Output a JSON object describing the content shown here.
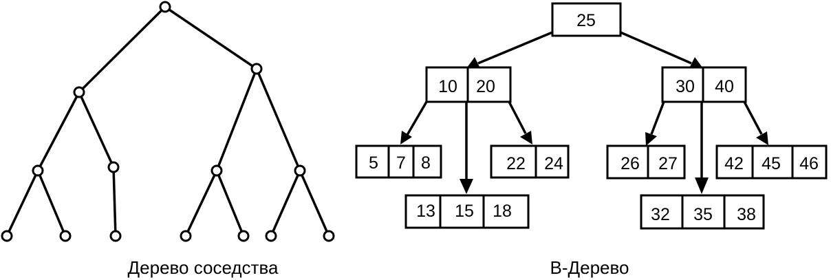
{
  "captions": {
    "left": "Дерево соседства",
    "right": "B-Дерево"
  },
  "btree": {
    "root": [
      "25"
    ],
    "level1_left": [
      "10",
      "20"
    ],
    "level1_right": [
      "30",
      "40"
    ],
    "leaf_a": [
      "5",
      "7",
      "8"
    ],
    "leaf_b": [
      "13",
      "15",
      "18"
    ],
    "leaf_c": [
      "22",
      "24"
    ],
    "leaf_d": [
      "26",
      "27"
    ],
    "leaf_e": [
      "32",
      "35",
      "38"
    ],
    "leaf_f": [
      "42",
      "45",
      "46"
    ]
  }
}
